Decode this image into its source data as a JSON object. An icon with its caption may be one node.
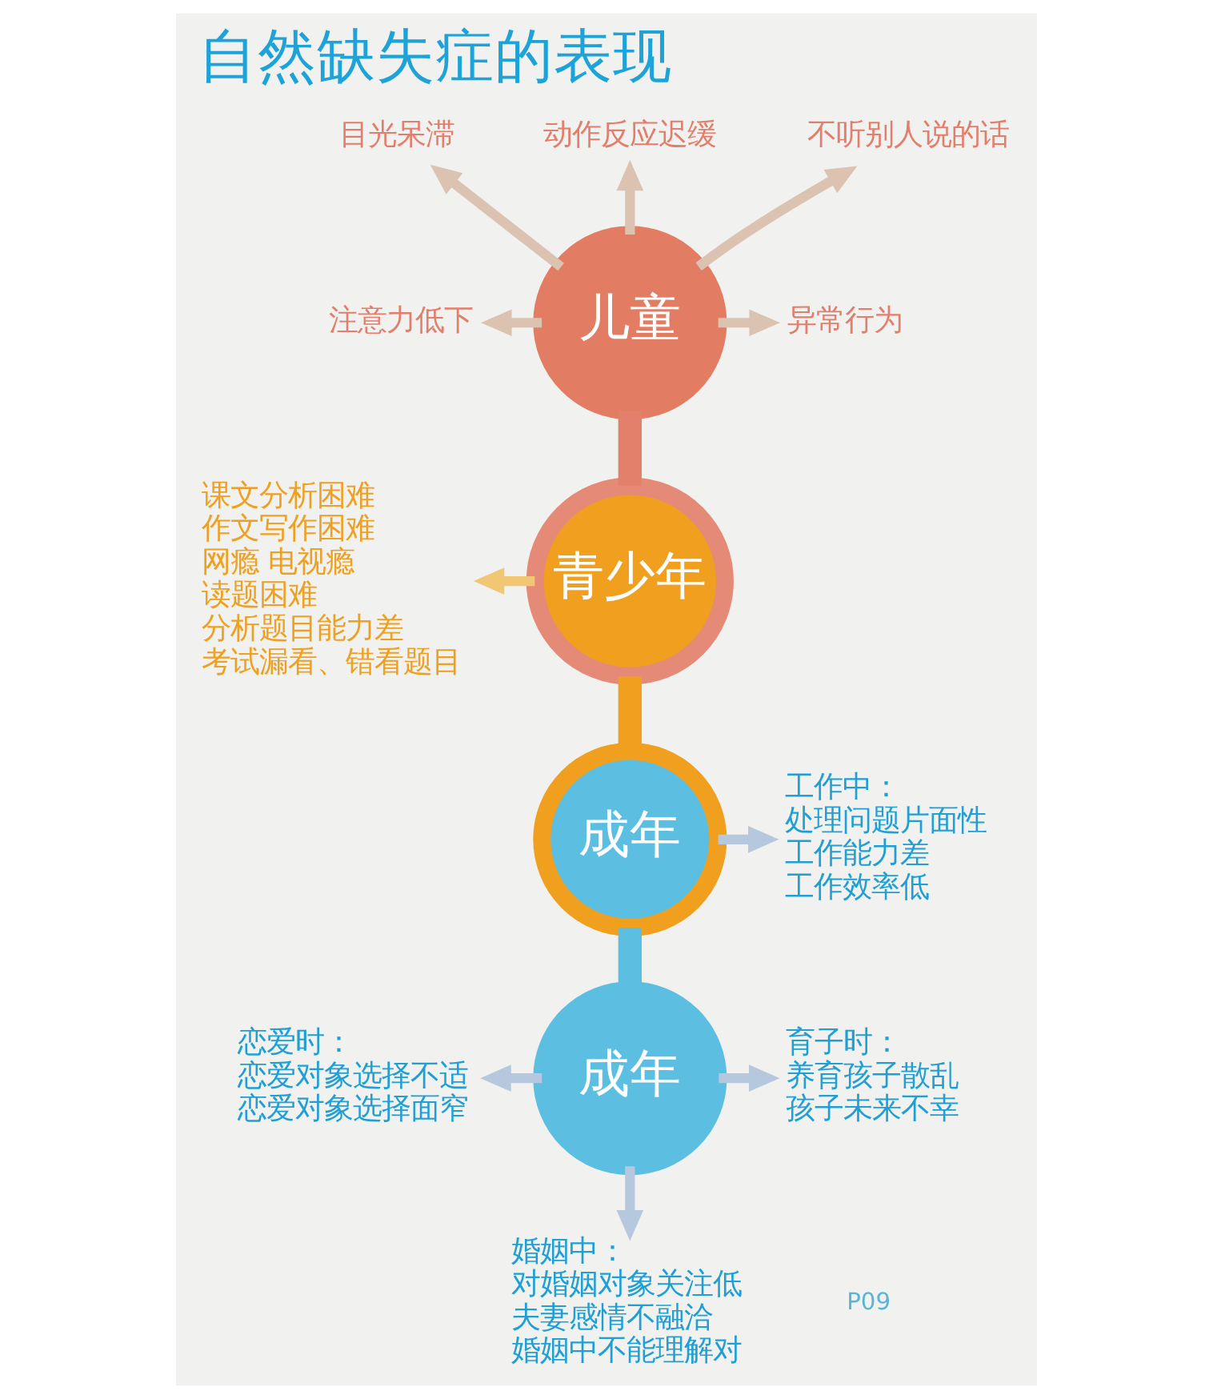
{
  "diagram": {
    "title": "自然缺失症的表现",
    "nodes": [
      {
        "text": [
          "儿童"
        ]
      },
      {
        "text": [
          "注意力低下"
        ]
      },
      {
        "text": [
          "目光呆滞"
        ]
      },
      {
        "text": [
          "动作反应迟缓"
        ]
      },
      {
        "text": [
          "不听别人说的话"
        ]
      },
      {
        "text": [
          "异常行为"
        ]
      },
      {
        "text": [
          "青少年"
        ]
      },
      {
        "text": [
          "课文分析困难",
          "作文写作困难",
          "网瘾 电视瘾",
          "读题困难",
          "分析题目能力差",
          "考试漏看、错看题目"
        ]
      },
      {
        "text": [
          "成年"
        ]
      },
      {
        "text": [
          "工作中：",
          "处理问题片面性",
          "工作能力差",
          "工作效率低"
        ]
      },
      {
        "text": [
          "成年"
        ]
      },
      {
        "text": [
          "恋爱时：",
          "恋爱对象选择不适",
          "恋爱对象选择面窄"
        ]
      },
      {
        "text": [
          "育子时：",
          "养育孩子散乱",
          "孩子未来不幸"
        ]
      },
      {
        "text": [
          "婚姻中：",
          "对婚姻对象关注低",
          "夫妻感情不融洽",
          "婚姻中不能理解对"
        ]
      }
    ],
    "edges": [
      {
        "from": 0,
        "to": 1,
        "arrow": "to"
      },
      {
        "from": 0,
        "to": 2,
        "arrow": "to"
      },
      {
        "from": 0,
        "to": 3,
        "arrow": "to"
      },
      {
        "from": 0,
        "to": 4,
        "arrow": "to"
      },
      {
        "from": 0,
        "to": 5,
        "arrow": "to"
      },
      {
        "from": 0,
        "to": 6,
        "arrow": "none",
        "style": "thick",
        "color": "#e2806c"
      },
      {
        "from": 6,
        "to": 7,
        "arrow": "to",
        "color": "#f2c774"
      },
      {
        "from": 6,
        "to": 8,
        "arrow": "none",
        "style": "thick",
        "color": "#f0a01e"
      },
      {
        "from": 8,
        "to": 9,
        "arrow": "to",
        "color": "#b6c8de"
      },
      {
        "from": 8,
        "to": 10,
        "arrow": "none",
        "style": "thick",
        "color": "#5cbfe2"
      },
      {
        "from": 10,
        "to": 11,
        "arrow": "to",
        "color": "#b6c8de"
      },
      {
        "from": 10,
        "to": 12,
        "arrow": "to",
        "color": "#b6c8de"
      },
      {
        "from": 10,
        "to": 13,
        "arrow": "to",
        "color": "#b6c8de"
      }
    ],
    "labels": [
      "P09"
    ]
  }
}
